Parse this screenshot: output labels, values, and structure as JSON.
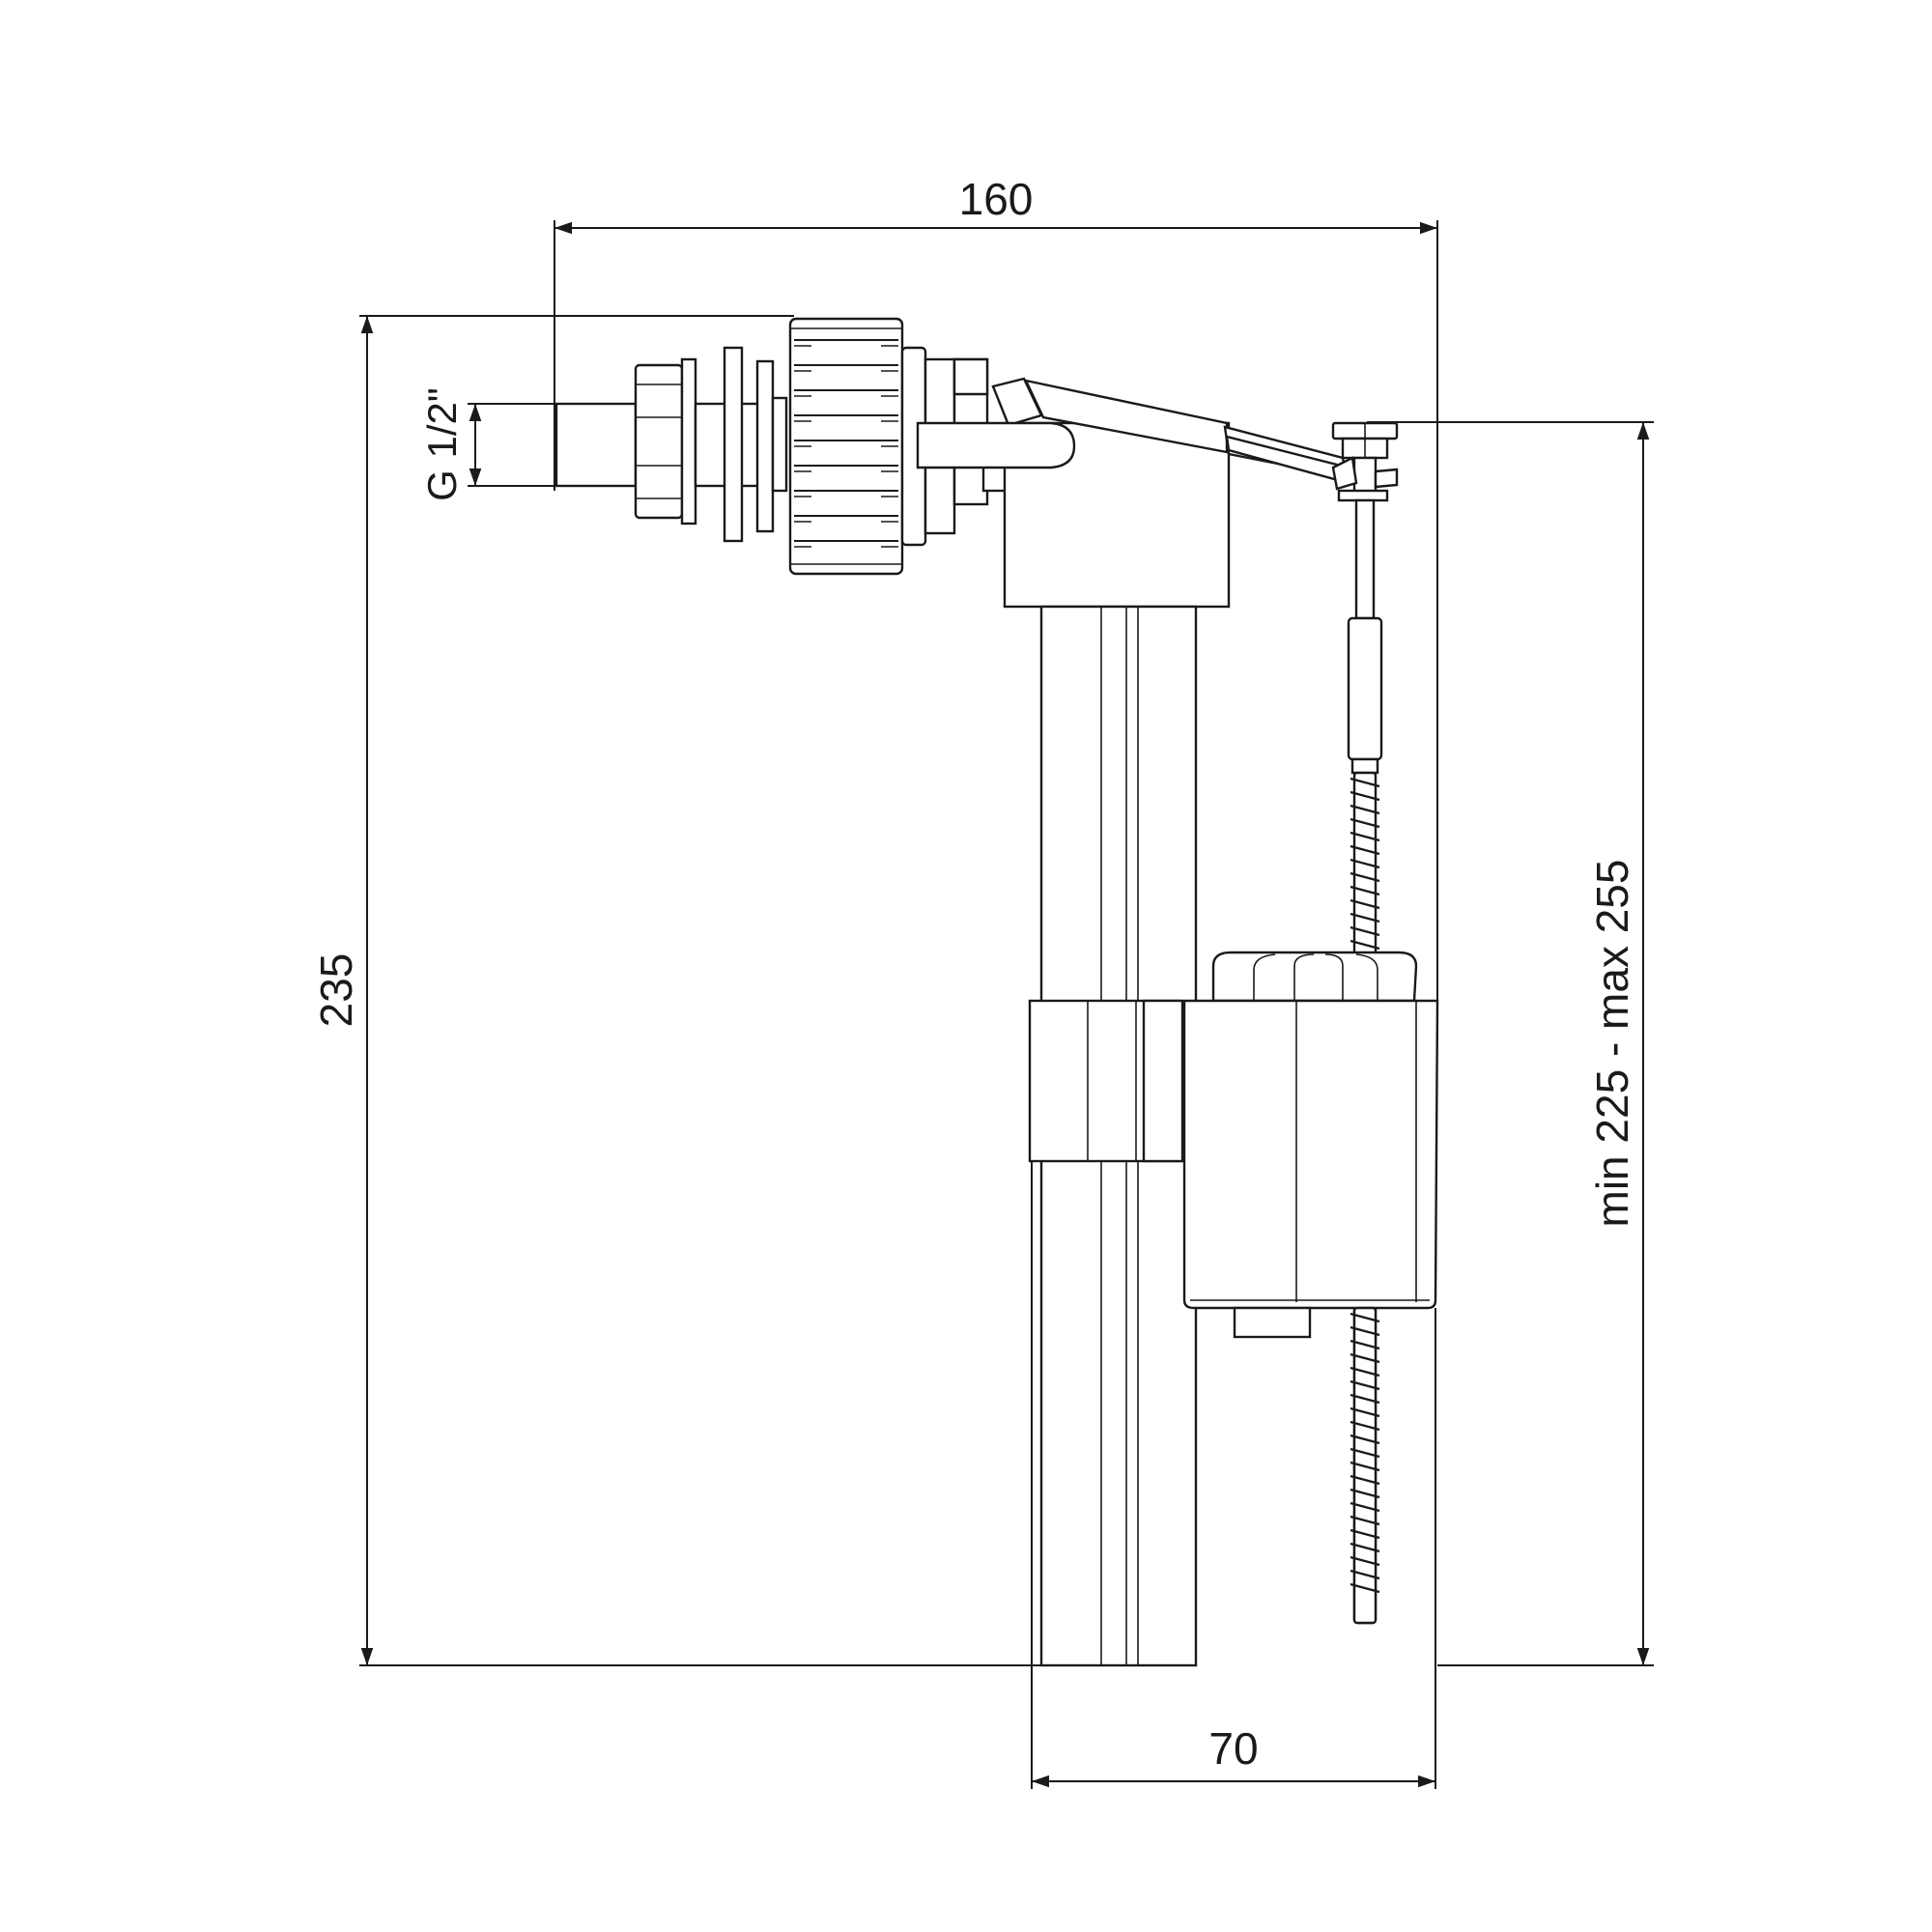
{
  "drawing": {
    "line_color": "#1a1a1a",
    "background": "#ffffff",
    "dimensions": {
      "width_total": "160",
      "height_total": "235",
      "base_width": "70",
      "adjustable_height": "min 225 - max 255",
      "thread_size": "G 1/2\""
    }
  }
}
